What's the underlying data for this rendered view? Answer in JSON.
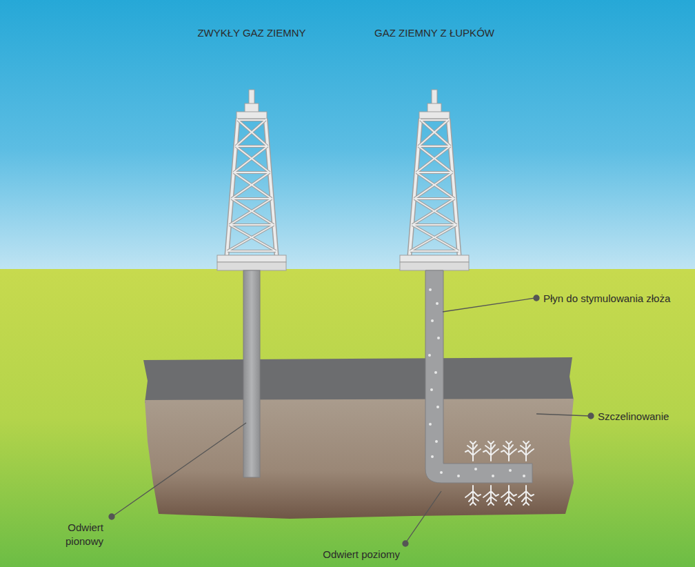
{
  "diagram": {
    "labels": [
      "ZWYKŁY GAZ ZIEMNY",
      "GAZ ZIEMNY Z ŁUPKÓW",
      "Płyn do stymulowania złoża",
      "Szczelinowanie",
      "Odwiert pionowy",
      "Odwiert poziomy"
    ]
  }
}
